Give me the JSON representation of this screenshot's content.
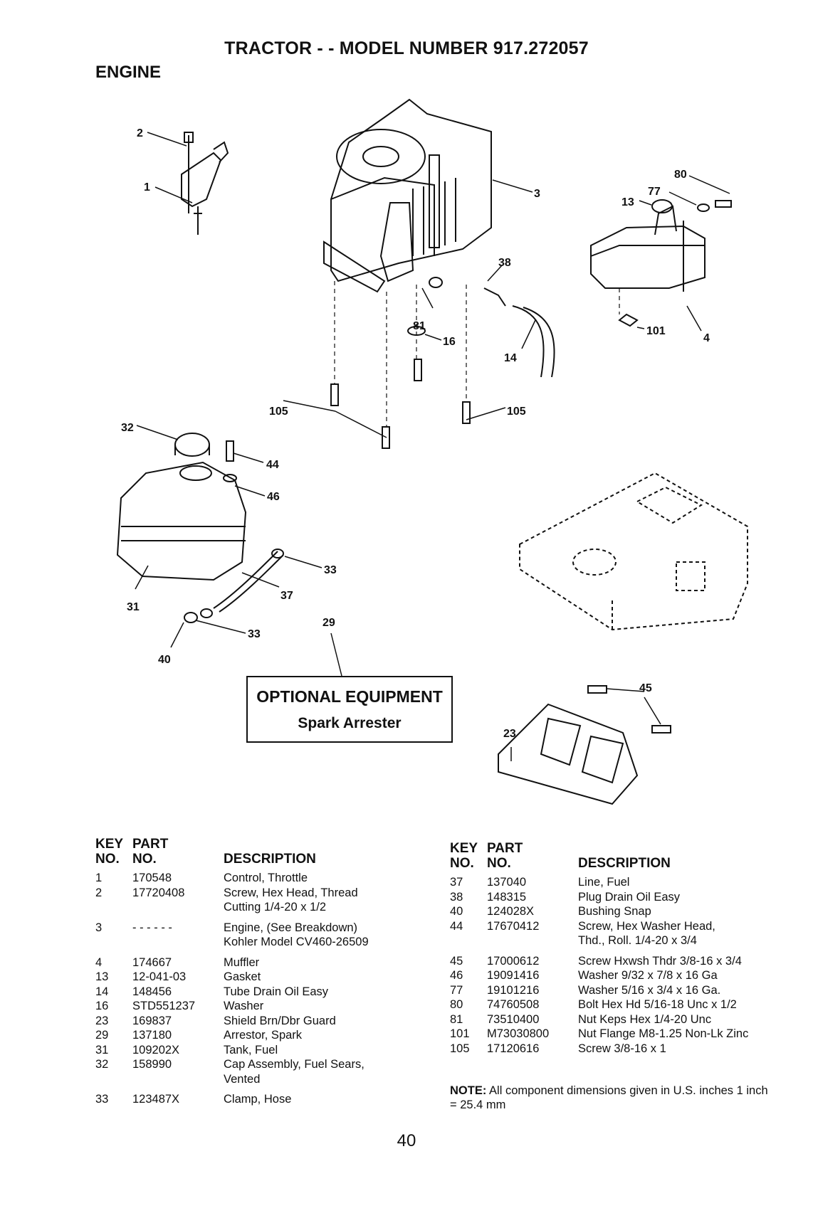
{
  "header": {
    "title": "TRACTOR - - MODEL NUMBER 917.272057",
    "section": "ENGINE"
  },
  "diagram": {
    "callouts": [
      "2",
      "1",
      "3",
      "80",
      "77",
      "13",
      "38",
      "81",
      "16",
      "14",
      "101",
      "4",
      "105",
      "105",
      "32",
      "44",
      "46",
      "33",
      "37",
      "31",
      "29",
      "33",
      "40",
      "45",
      "23"
    ],
    "optional_equipment": {
      "title": "OPTIONAL EQUIPMENT",
      "subtitle": "Spark Arrester"
    }
  },
  "parts_table": {
    "headers": {
      "key_line1": "KEY",
      "key_line2": "NO.",
      "part_line1": "PART",
      "part_line2": "NO.",
      "description": "DESCRIPTION"
    },
    "left": [
      {
        "key": "1",
        "part": "170548",
        "desc": [
          "Control, Throttle"
        ]
      },
      {
        "key": "2",
        "part": "17720408",
        "desc": [
          "Screw, Hex Head, Thread",
          "Cutting 1/4-20 x 1/2"
        ]
      },
      {
        "key": "3",
        "part": "- - - - - -",
        "desc": [
          "Engine, (See Breakdown)",
          "Kohler Model CV460-26509"
        ]
      },
      {
        "key": "4",
        "part": "174667",
        "desc": [
          "Muffler"
        ]
      },
      {
        "key": "13",
        "part": "12-041-03",
        "desc": [
          "Gasket"
        ]
      },
      {
        "key": "14",
        "part": "148456",
        "desc": [
          "Tube Drain Oil Easy"
        ]
      },
      {
        "key": "16",
        "part": "STD551237",
        "desc": [
          "Washer"
        ]
      },
      {
        "key": "23",
        "part": "169837",
        "desc": [
          "Shield Brn/Dbr Guard"
        ]
      },
      {
        "key": "29",
        "part": "137180",
        "desc": [
          "Arrestor, Spark"
        ]
      },
      {
        "key": "31",
        "part": "109202X",
        "desc": [
          "Tank, Fuel"
        ]
      },
      {
        "key": "32",
        "part": "158990",
        "desc": [
          "Cap Assembly, Fuel Sears,",
          "Vented"
        ]
      },
      {
        "key": "33",
        "part": "123487X",
        "desc": [
          "Clamp, Hose"
        ]
      }
    ],
    "right": [
      {
        "key": "37",
        "part": "137040",
        "desc": [
          "Line, Fuel"
        ]
      },
      {
        "key": "38",
        "part": "148315",
        "desc": [
          "Plug Drain Oil Easy"
        ]
      },
      {
        "key": "40",
        "part": "124028X",
        "desc": [
          "Bushing Snap"
        ]
      },
      {
        "key": "44",
        "part": "17670412",
        "desc": [
          "Screw, Hex Washer Head,",
          "Thd., Roll. 1/4-20 x 3/4"
        ]
      },
      {
        "key": "45",
        "part": "17000612",
        "desc": [
          "Screw Hxwsh Thdr 3/8-16 x 3/4"
        ]
      },
      {
        "key": "46",
        "part": "19091416",
        "desc": [
          "Washer  9/32 x 7/8 x 16 Ga"
        ]
      },
      {
        "key": "77",
        "part": "19101216",
        "desc": [
          "Washer  5/16 x 3/4 x 16 Ga."
        ]
      },
      {
        "key": "80",
        "part": "74760508",
        "desc": [
          "Bolt Hex Hd  5/16-18 Unc x 1/2"
        ]
      },
      {
        "key": "81",
        "part": "73510400",
        "desc": [
          "Nut Keps Hex 1/4-20 Unc"
        ]
      },
      {
        "key": "101",
        "part": "M73030800",
        "desc": [
          "Nut Flange M8-1.25 Non-Lk Zinc"
        ]
      },
      {
        "key": "105",
        "part": "17120616",
        "desc": [
          "Screw 3/8-16 x 1"
        ]
      }
    ]
  },
  "note": {
    "label": "NOTE:",
    "text": "All component dimensions given in U.S. inches 1 inch = 25.4 mm"
  },
  "footer": {
    "page_number": "40"
  }
}
